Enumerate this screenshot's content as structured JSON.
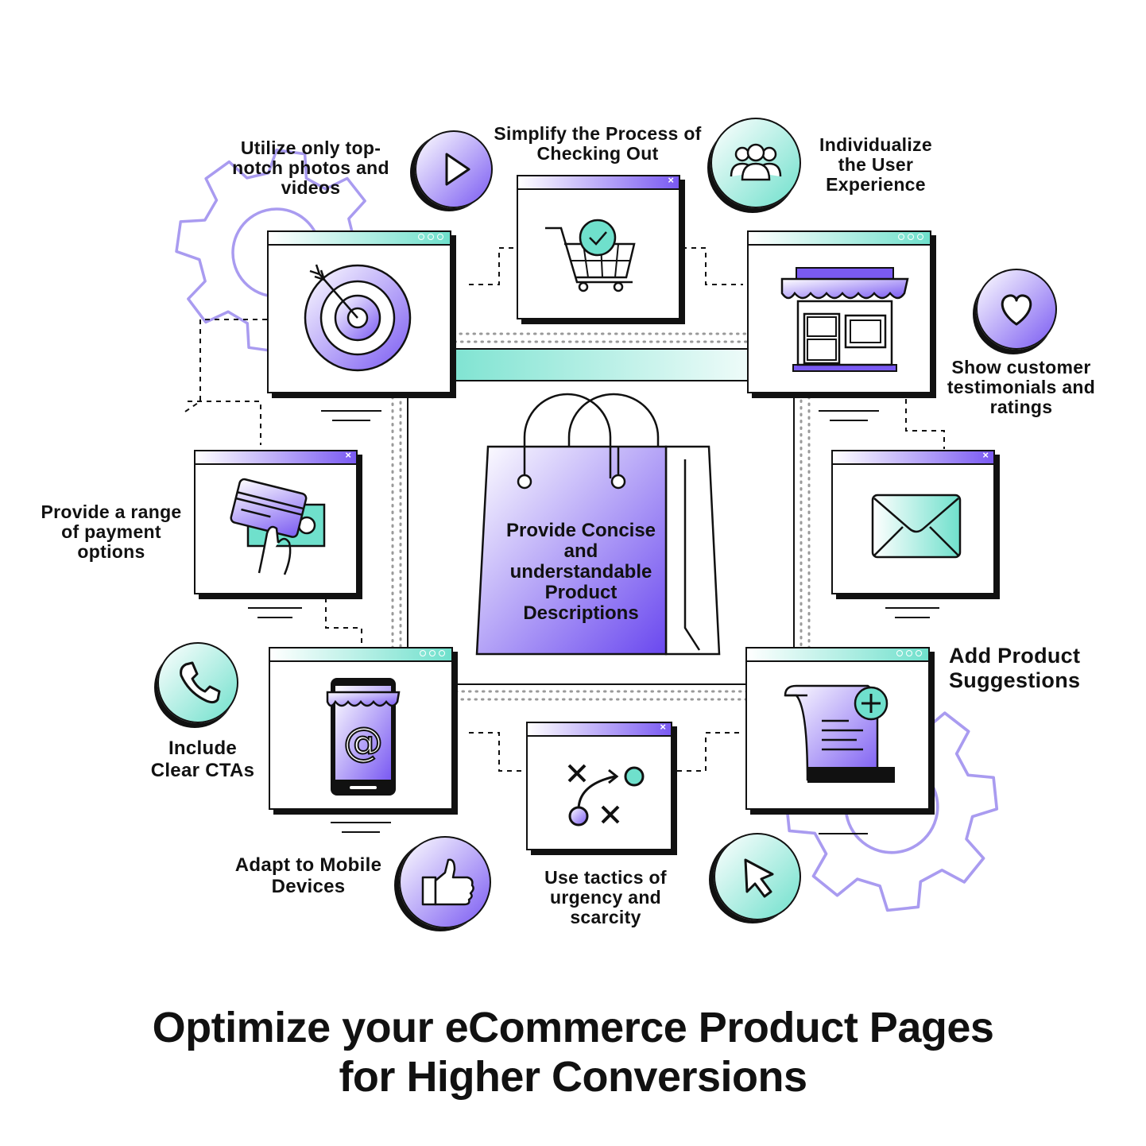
{
  "title": {
    "line1": "Optimize your eCommerce Product Pages",
    "line2": "for Higher Conversions"
  },
  "center": {
    "text": "Provide Concise and understandable Product Descriptions",
    "icon": "shopping-bag-icon"
  },
  "labels": {
    "photos": "Utilize only top-notch photos and videos",
    "checkout": "Simplify the Process of Checking Out",
    "personalize": "Individualize the User Experience",
    "testimonials": "Show customer testimonials and ratings",
    "payment": "Provide a range of payment options",
    "suggestions": "Add Product Suggestions",
    "cta": "Include Clear CTAs",
    "mobile": "Adapt to Mobile Devices",
    "urgency": "Use tactics of urgency and scarcity"
  },
  "icons": {
    "video": "play-icon",
    "checkout": "cart-check-icon",
    "users": "users-group-icon",
    "store": "storefront-icon",
    "heart": "heart-icon",
    "target": "target-icon",
    "payment": "credit-card-hand-icon",
    "email": "envelope-icon",
    "phone": "phone-icon",
    "mobile": "mobile-store-icon",
    "strategy": "strategy-plan-icon",
    "receipt": "receipt-add-icon",
    "like": "thumbs-up-icon",
    "cursor": "cursor-icon",
    "gear": "gear-icon"
  },
  "colors": {
    "purple": "#7a5af2",
    "teal": "#6fe0cc",
    "lavender": "#a99bf0",
    "ink": "#111111"
  }
}
